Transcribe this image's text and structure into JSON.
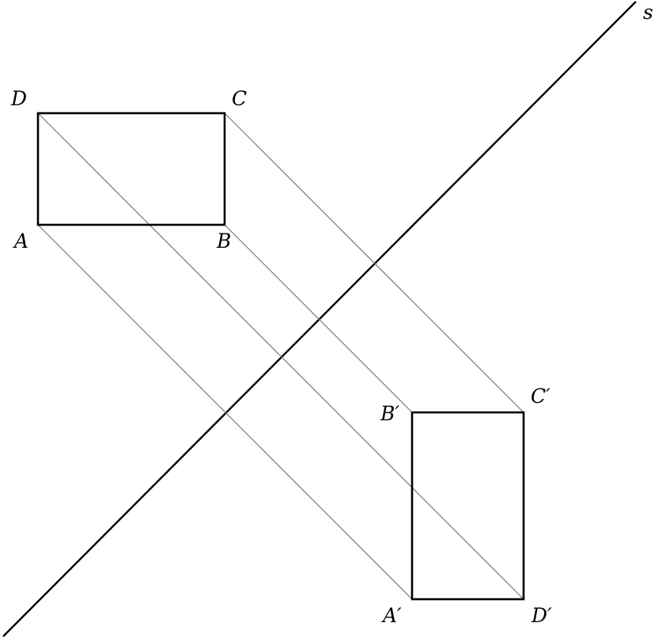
{
  "diagram": {
    "axis_label": "s",
    "points": {
      "A": "A",
      "B": "B",
      "C": "C",
      "D": "D",
      "A_prime": "A′",
      "B_prime": "B′",
      "C_prime": "C′",
      "D_prime": "D′"
    }
  }
}
